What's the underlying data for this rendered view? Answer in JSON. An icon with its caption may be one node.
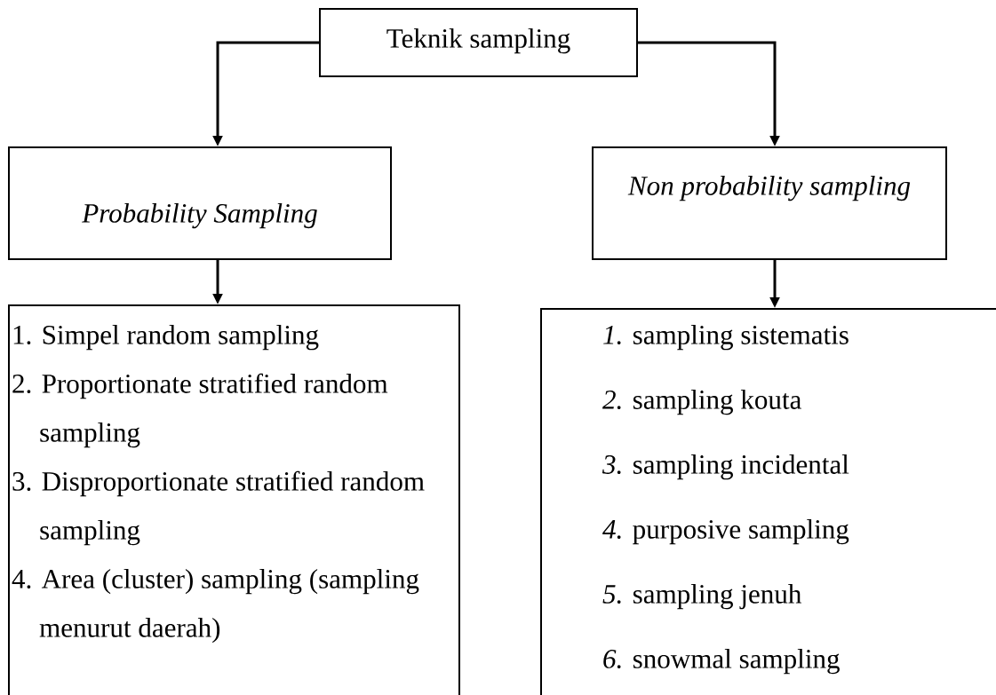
{
  "diagram": {
    "nodes": [
      {
        "text": [
          "Teknik sampling"
        ]
      },
      {
        "text": [
          "Probability Sampling"
        ]
      },
      {
        "text": [
          "Non probability sampling"
        ]
      },
      {
        "text": [
          "1. Simpel random sampling",
          "2. Proportionate stratified random sampling",
          "3. Disproportionate stratified random sampling",
          "4. Area (cluster) sampling (sampling menurut daerah)"
        ]
      },
      {
        "text": [
          "*1.* sampling sistematis",
          "*2.* sampling kouta",
          "*3.* sampling incidental",
          "*4.* purposive sampling",
          "*5.* sampling jenuh",
          "*6.* snowmal sampling"
        ]
      }
    ],
    "edges": [
      {
        "from": 0,
        "to": 1,
        "arrow": "to"
      },
      {
        "from": 0,
        "to": 2,
        "arrow": "to"
      },
      {
        "from": 1,
        "to": 3,
        "arrow": "to"
      },
      {
        "from": 2,
        "to": 4,
        "arrow": "to"
      }
    ]
  }
}
